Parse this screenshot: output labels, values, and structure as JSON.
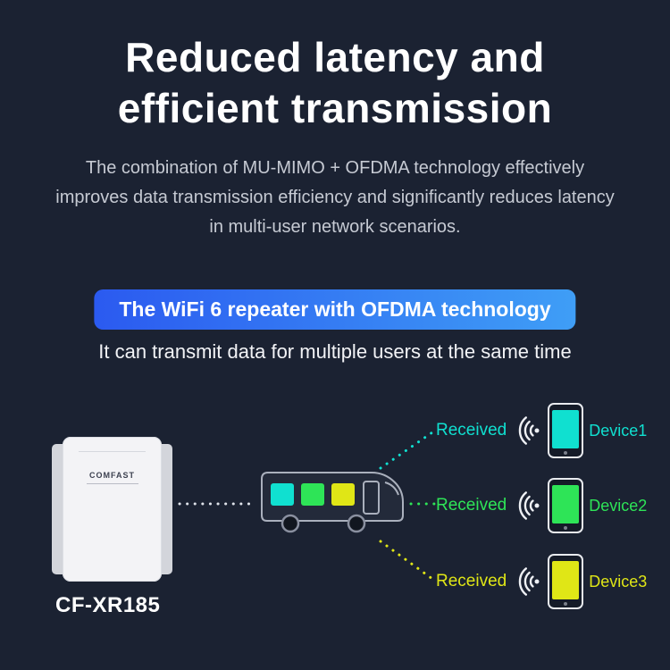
{
  "colors": {
    "background": "#1b2232",
    "badge_gradient_left": "#2b5af0",
    "badge_gradient_right": "#3f9ef6",
    "accent_cyan": "#10e0d0",
    "accent_green": "#2ee457",
    "accent_yellow": "#e0e616"
  },
  "title": {
    "line1": "Reduced latency and",
    "line2": "efficient transmission"
  },
  "description": "The combination of MU-MIMO + OFDMA technology effectively improves data transmission efficiency and significantly reduces latency in multi-user network scenarios.",
  "badge": "The WiFi 6 repeater with OFDMA technology",
  "subtitle": "It can transmit data for multiple users at the same time",
  "repeater": {
    "brand": "COMFAST",
    "model": "CF-XR185"
  },
  "devices": [
    {
      "received_label": "Received",
      "name": "Device1",
      "color": "#10e0d0"
    },
    {
      "received_label": "Received",
      "name": "Device2",
      "color": "#2ee457"
    },
    {
      "received_label": "Received",
      "name": "Device3",
      "color": "#e0e616"
    }
  ]
}
